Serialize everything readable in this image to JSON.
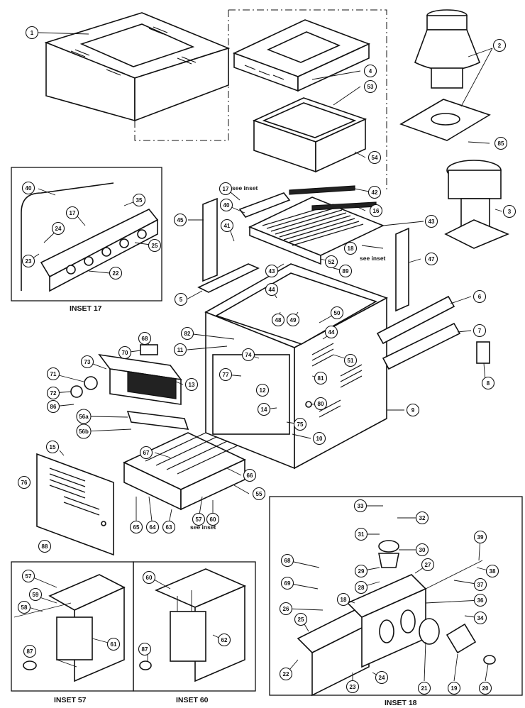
{
  "insets": {
    "inset17": "INSET 17",
    "inset18": "INSET 18",
    "inset57": "INSET 57",
    "inset60": "INSET 60"
  },
  "notes": {
    "see_inset": "see inset"
  },
  "callouts": [
    {
      "id": "c1",
      "label": "1"
    },
    {
      "id": "c2",
      "label": "2"
    },
    {
      "id": "c3",
      "label": "3"
    },
    {
      "id": "c4",
      "label": "4"
    },
    {
      "id": "c5",
      "label": "5"
    },
    {
      "id": "c6",
      "label": "6"
    },
    {
      "id": "c7",
      "label": "7"
    },
    {
      "id": "c8",
      "label": "8"
    },
    {
      "id": "c9",
      "label": "9"
    },
    {
      "id": "c10",
      "label": "10"
    },
    {
      "id": "c11",
      "label": "11"
    },
    {
      "id": "c12",
      "label": "12"
    },
    {
      "id": "c13",
      "label": "13"
    },
    {
      "id": "c14",
      "label": "14"
    },
    {
      "id": "c15",
      "label": "15"
    },
    {
      "id": "c16",
      "label": "16"
    },
    {
      "id": "c17a",
      "label": "17"
    },
    {
      "id": "c17b",
      "label": "17"
    },
    {
      "id": "c18",
      "label": "18"
    },
    {
      "id": "c18b",
      "label": "18"
    },
    {
      "id": "c19",
      "label": "19"
    },
    {
      "id": "c20",
      "label": "20"
    },
    {
      "id": "c21",
      "label": "21"
    },
    {
      "id": "c22a",
      "label": "22"
    },
    {
      "id": "c22b",
      "label": "22"
    },
    {
      "id": "c23a",
      "label": "23"
    },
    {
      "id": "c23b",
      "label": "23"
    },
    {
      "id": "c24a",
      "label": "24"
    },
    {
      "id": "c24b",
      "label": "24"
    },
    {
      "id": "c25a",
      "label": "25"
    },
    {
      "id": "c25b",
      "label": "25"
    },
    {
      "id": "c26",
      "label": "26"
    },
    {
      "id": "c27",
      "label": "27"
    },
    {
      "id": "c28",
      "label": "28"
    },
    {
      "id": "c29",
      "label": "29"
    },
    {
      "id": "c30",
      "label": "30"
    },
    {
      "id": "c31",
      "label": "31"
    },
    {
      "id": "c32",
      "label": "32"
    },
    {
      "id": "c33",
      "label": "33"
    },
    {
      "id": "c34",
      "label": "34"
    },
    {
      "id": "c35",
      "label": "35"
    },
    {
      "id": "c36",
      "label": "36"
    },
    {
      "id": "c37",
      "label": "37"
    },
    {
      "id": "c38",
      "label": "38"
    },
    {
      "id": "c39",
      "label": "39"
    },
    {
      "id": "c40a",
      "label": "40"
    },
    {
      "id": "c40b",
      "label": "40"
    },
    {
      "id": "c41",
      "label": "41"
    },
    {
      "id": "c42",
      "label": "42"
    },
    {
      "id": "c43a",
      "label": "43"
    },
    {
      "id": "c43b",
      "label": "43"
    },
    {
      "id": "c44a",
      "label": "44"
    },
    {
      "id": "c44b",
      "label": "44"
    },
    {
      "id": "c45",
      "label": "45"
    },
    {
      "id": "c47",
      "label": "47"
    },
    {
      "id": "c48",
      "label": "48"
    },
    {
      "id": "c49",
      "label": "49"
    },
    {
      "id": "c50",
      "label": "50"
    },
    {
      "id": "c51",
      "label": "51"
    },
    {
      "id": "c52",
      "label": "52"
    },
    {
      "id": "c53",
      "label": "53"
    },
    {
      "id": "c54",
      "label": "54"
    },
    {
      "id": "c55",
      "label": "55"
    },
    {
      "id": "c56a",
      "label": "56a"
    },
    {
      "id": "c56b",
      "label": "56b"
    },
    {
      "id": "c57a",
      "label": "57"
    },
    {
      "id": "c57b",
      "label": "57"
    },
    {
      "id": "c58",
      "label": "58"
    },
    {
      "id": "c59",
      "label": "59"
    },
    {
      "id": "c60a",
      "label": "60"
    },
    {
      "id": "c60b",
      "label": "60"
    },
    {
      "id": "c61",
      "label": "61"
    },
    {
      "id": "c62",
      "label": "62"
    },
    {
      "id": "c63",
      "label": "63"
    },
    {
      "id": "c64",
      "label": "64"
    },
    {
      "id": "c65",
      "label": "65"
    },
    {
      "id": "c66",
      "label": "66"
    },
    {
      "id": "c67",
      "label": "67"
    },
    {
      "id": "c68a",
      "label": "68"
    },
    {
      "id": "c68b",
      "label": "68"
    },
    {
      "id": "c69",
      "label": "69"
    },
    {
      "id": "c70",
      "label": "70"
    },
    {
      "id": "c71",
      "label": "71"
    },
    {
      "id": "c72",
      "label": "72"
    },
    {
      "id": "c73",
      "label": "73"
    },
    {
      "id": "c74",
      "label": "74"
    },
    {
      "id": "c75",
      "label": "75"
    },
    {
      "id": "c76",
      "label": "76"
    },
    {
      "id": "c77",
      "label": "77"
    },
    {
      "id": "c80",
      "label": "80"
    },
    {
      "id": "c81",
      "label": "81"
    },
    {
      "id": "c82",
      "label": "82"
    },
    {
      "id": "c85",
      "label": "85"
    },
    {
      "id": "c86",
      "label": "86"
    },
    {
      "id": "c87a",
      "label": "87"
    },
    {
      "id": "c87b",
      "label": "87"
    },
    {
      "id": "c88",
      "label": "88"
    },
    {
      "id": "c89",
      "label": "89"
    }
  ]
}
